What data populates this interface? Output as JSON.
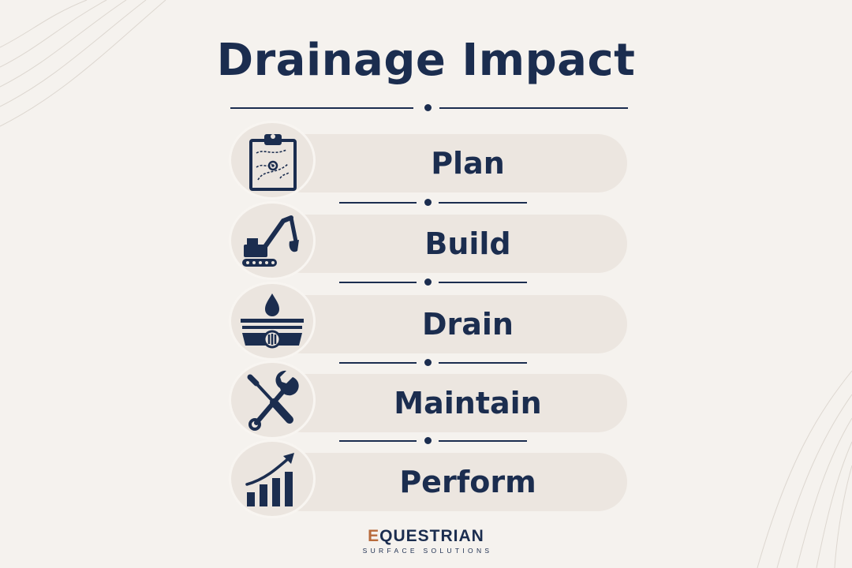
{
  "title": "Drainage Impact",
  "steps": [
    {
      "label": "Plan",
      "icon": "clipboard-map-icon"
    },
    {
      "label": "Build",
      "icon": "excavator-icon"
    },
    {
      "label": "Drain",
      "icon": "water-drain-icon"
    },
    {
      "label": "Maintain",
      "icon": "wrench-screwdriver-icon"
    },
    {
      "label": "Perform",
      "icon": "growth-chart-icon"
    }
  ],
  "logo": {
    "brand_accent": "E",
    "brand_rest": "QUESTRIAN",
    "subtitle": "SURFACE SOLUTIONS"
  },
  "colors": {
    "background": "#f5f2ee",
    "navy": "#1b2d4f",
    "pill": "#ece6e0",
    "accent": "#b86b3c"
  }
}
